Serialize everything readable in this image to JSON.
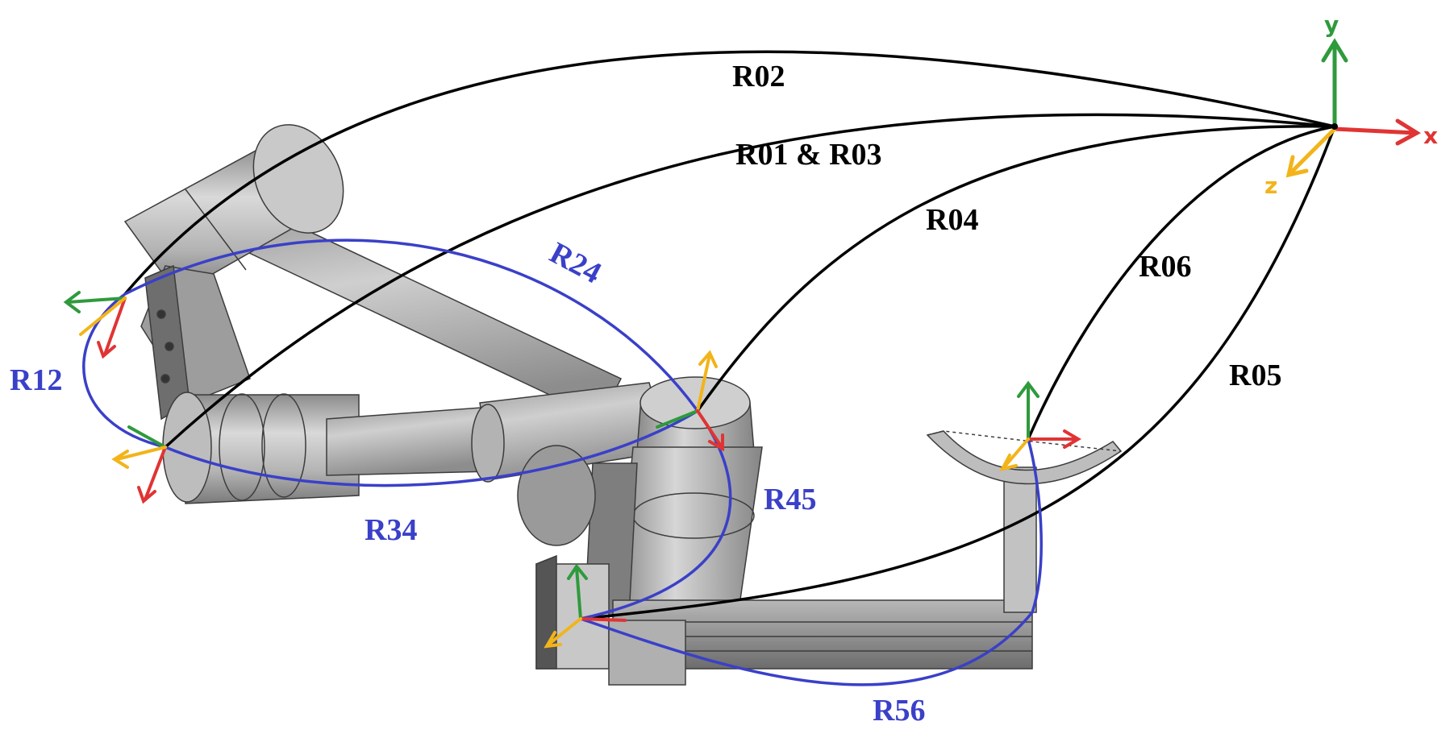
{
  "colors": {
    "chain_outer": "#000000",
    "chain_inner": "#3a40c8",
    "axis_x": "#e03434",
    "axis_y": "#2f9a3c",
    "axis_z": "#f2b41a",
    "metal_light": "#d3d3d3",
    "metal_mid": "#a9a9a9",
    "metal_dark": "#6f6f6f"
  },
  "icons": [
    "coordinate-frame-icon",
    "robotic-arm-model"
  ],
  "global_frame": {
    "x_label": "x",
    "y_label": "y",
    "z_label": "z"
  },
  "labels": {
    "r02": "R02",
    "r01_r03": "R01 & R03",
    "r04": "R04",
    "r06": "R06",
    "r05": "R05",
    "r24": "R24",
    "r12": "R12",
    "r45": "R45",
    "r34": "R34",
    "r56": "R56"
  }
}
